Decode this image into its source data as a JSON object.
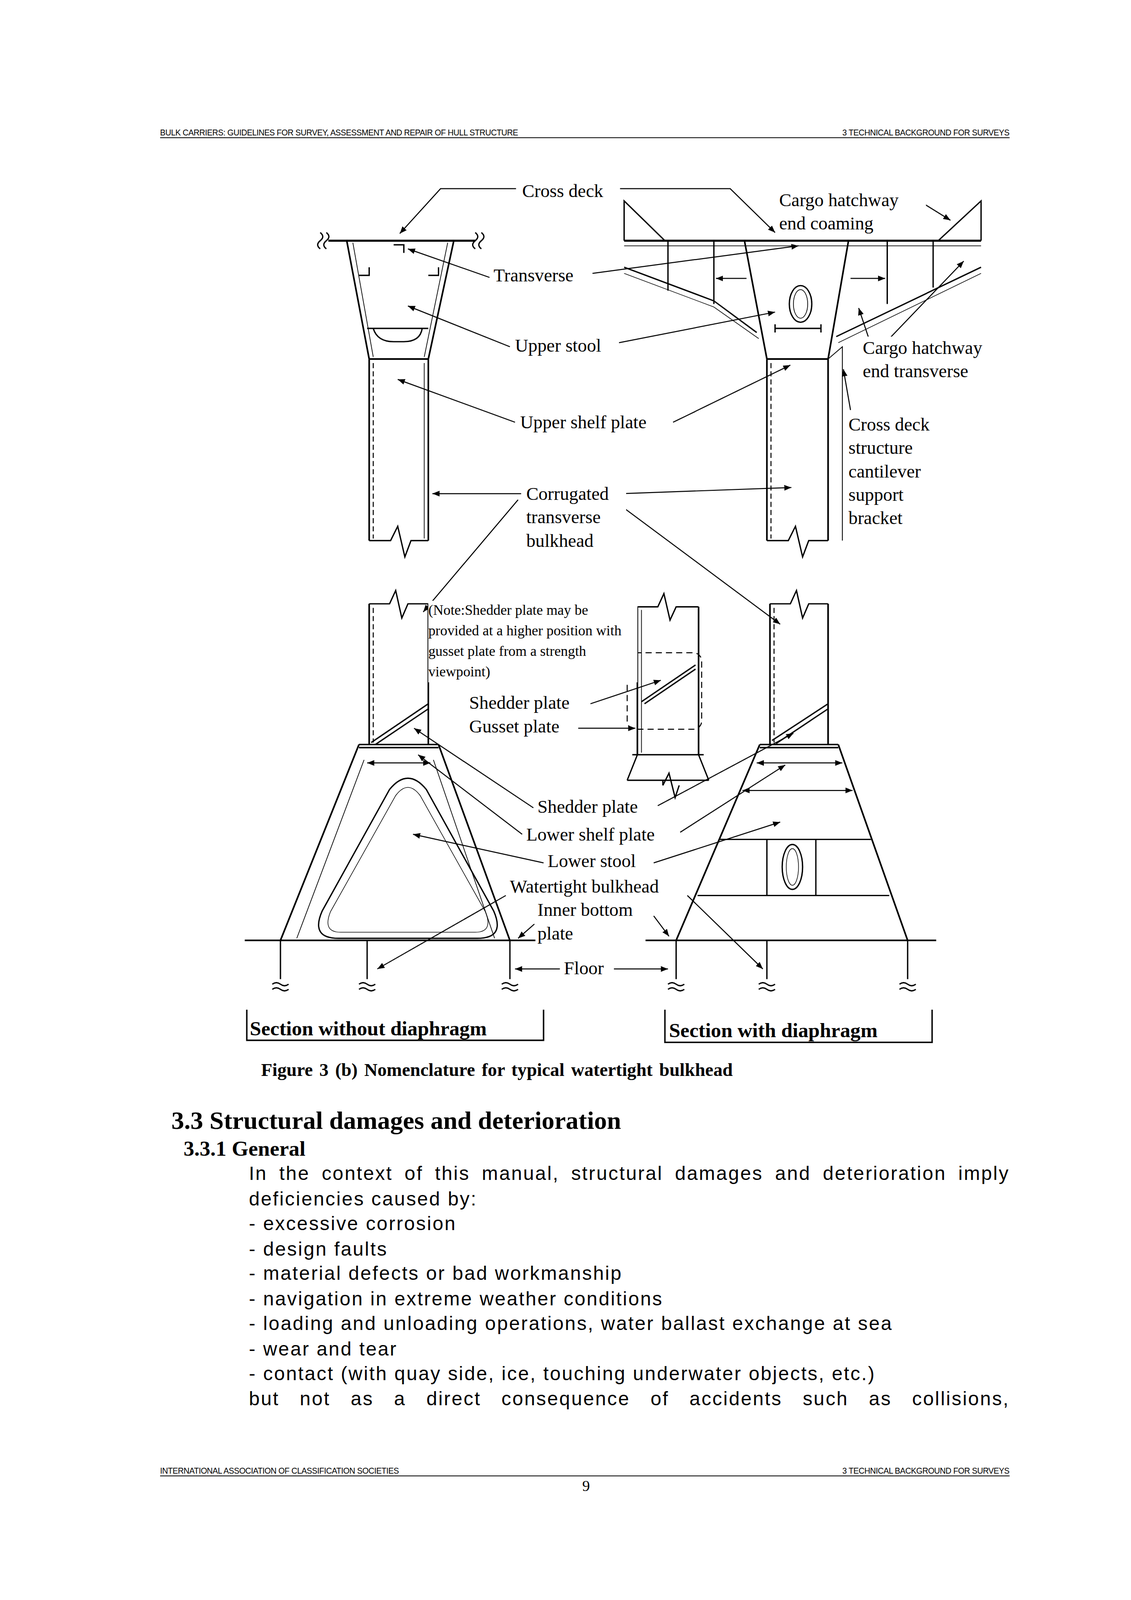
{
  "diagram": {
    "caption": "Figure 3 (b) Nomenclature for typical watertight bulkhead",
    "labels": [
      "BULK CARRIERS: GUIDELINES FOR SURVEY, ASSESSMENT AND REPAIR OF HULL STRUCTURE",
      "3 TECHNICAL BACKGROUND FOR SURVEYS",
      "Cross deck",
      "Cargo hatchway end coaming",
      "Transverse",
      "Upper stool",
      "Cargo hatchway end transverse",
      "Upper shelf plate",
      "Cross deck structure cantilever support bracket",
      "Corrugated transverse bulkhead",
      "(Note:Shedder plate may be provided at a higher position with gusset plate from a strength viewpoint)",
      "Shedder plate",
      "Gusset plate",
      "Shedder plate",
      "Lower shelf plate",
      "Lower stool",
      "Watertight bulkhead",
      "Inner bottom plate",
      "Floor",
      "Section without diaphragm",
      "Section with diaphragm",
      "3.3 Structural damages and deterioration",
      "3.3.1 General",
      "In the context of this manual, structural damages and deterioration imply deficiencies caused by:",
      "- excessive corrosion",
      "- design faults",
      "- material defects or bad workmanship",
      "- navigation in extreme weather conditions",
      "- loading and unloading operations, water ballast exchange at sea",
      "- wear and tear",
      "- contact (with quay side, ice, touching underwater objects, etc.)",
      "but not as a direct consequence of accidents such as collisions,",
      "INTERNATIONAL ASSOCIATION OF CLASSIFICATION SOCIETIES",
      "3 TECHNICAL BACKGROUND FOR SURVEYS",
      "9"
    ]
  }
}
